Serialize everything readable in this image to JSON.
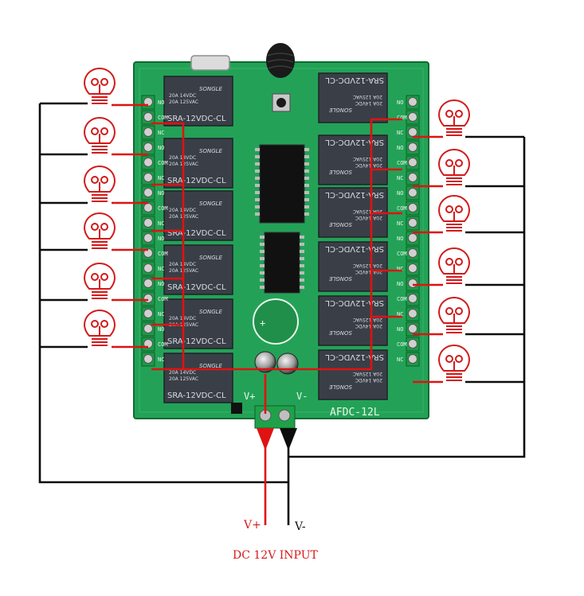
{
  "labels": {
    "v_plus": "V+",
    "v_minus": "V-",
    "dc_input": "DC 12V INPUT"
  },
  "board": {
    "relay_model": "SRA-12VDC-CL",
    "relay_brand": "SONGLE",
    "relay_rating_1": "20A 14VDC",
    "relay_rating_2": "20A 125VAC",
    "terminal_v_plus": "V+",
    "terminal_v_minus": "V-",
    "board_name": "AFDC-12L",
    "terminal_no": "NO",
    "terminal_com": "COM",
    "terminal_nc": "NC"
  },
  "colors": {
    "pcb": "#23a257",
    "pcb_dark": "#157a3a",
    "wire_positive": "#e01212",
    "wire_negative": "#0d0d0d",
    "bulb": "#d21a1a",
    "terminal_block": "#1fa14a"
  },
  "counts": {
    "relays": 12,
    "bulbs": 12
  }
}
